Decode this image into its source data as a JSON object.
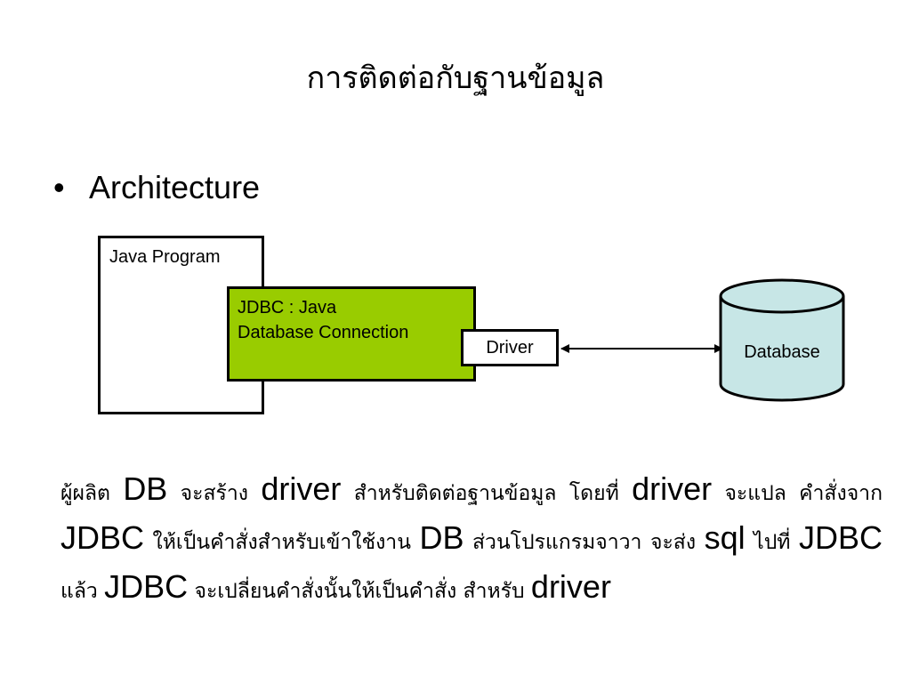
{
  "title": "การติดต่อกับฐานข้อมูล",
  "bullet": {
    "symbol": "•",
    "text": "Architecture"
  },
  "diagram": {
    "java_program": "Java Program",
    "jdbc_line1": "JDBC : Java",
    "jdbc_line2": "Database Connection",
    "driver": "Driver",
    "database": "Database",
    "colors": {
      "jdbc_fill": "#99cc00",
      "database_fill": "#c7e6e6",
      "stroke": "#000000"
    }
  },
  "paragraph": {
    "segments": [
      {
        "text": "ผู้ผลิต ",
        "style": "th"
      },
      {
        "text": "DB",
        "style": "en"
      },
      {
        "text": " จะสร้าง ",
        "style": "th"
      },
      {
        "text": "driver",
        "style": "en"
      },
      {
        "text": " สำหรับติดต่อฐานข้อมูล โดยที่ ",
        "style": "th"
      },
      {
        "text": "driver",
        "style": "en"
      },
      {
        "text": " จะแปล คำสั่งจาก ",
        "style": "th"
      },
      {
        "text": "JDBC",
        "style": "en"
      },
      {
        "text": " ให้เป็นคำสั่งสำหรับเข้าใช้งาน ",
        "style": "th"
      },
      {
        "text": "DB",
        "style": "en"
      },
      {
        "text": " ส่วนโปรแกรมจาวา จะส่ง ",
        "style": "th"
      },
      {
        "text": "sql",
        "style": "en"
      },
      {
        "text": " ไปที่ ",
        "style": "th"
      },
      {
        "text": "JDBC",
        "style": "en"
      },
      {
        "text": " แล้ว ",
        "style": "th"
      },
      {
        "text": "JDBC",
        "style": "en"
      },
      {
        "text": " จะเปลี่ยนคำสั่งนั้นให้เป็นคำสั่ง สำหรับ ",
        "style": "th"
      },
      {
        "text": "driver",
        "style": "en"
      }
    ]
  }
}
